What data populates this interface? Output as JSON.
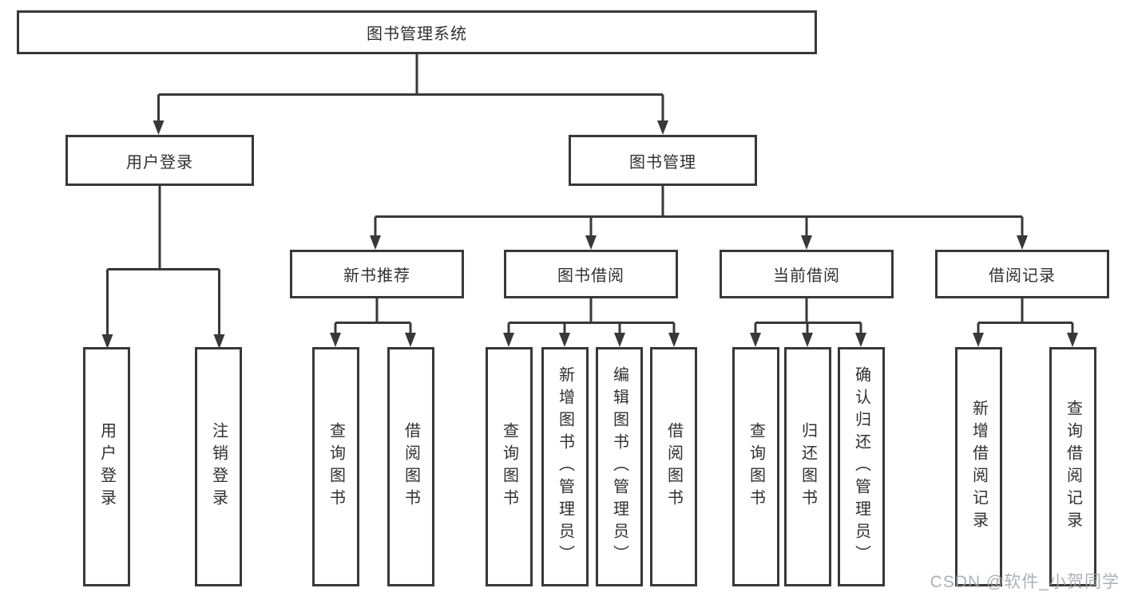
{
  "tree": {
    "label": "图书管理系统",
    "children": [
      {
        "label": "用户登录",
        "children": [
          {
            "label": "用户登录"
          },
          {
            "label": "注销登录"
          }
        ]
      },
      {
        "label": "图书管理",
        "children": [
          {
            "label": "新书推荐",
            "children": [
              {
                "label": "查询图书"
              },
              {
                "label": "借阅图书"
              }
            ]
          },
          {
            "label": "图书借阅",
            "children": [
              {
                "label": "查询图书"
              },
              {
                "label": "新增图书（管理员）"
              },
              {
                "label": "编辑图书（管理员）"
              },
              {
                "label": "借阅图书"
              }
            ]
          },
          {
            "label": "当前借阅",
            "children": [
              {
                "label": "查询图书"
              },
              {
                "label": "归还图书"
              },
              {
                "label": "确认归还（管理员）"
              }
            ]
          },
          {
            "label": "借阅记录",
            "children": [
              {
                "label": "新增借阅记录"
              },
              {
                "label": "查询借阅记录"
              }
            ]
          }
        ]
      }
    ]
  },
  "watermark": {
    "text": "CSDN @软件_小贺同学"
  },
  "colors": {
    "line": "#383838",
    "text": "#303030",
    "watermark": "#9ea3aa",
    "background": "#ffffff"
  }
}
